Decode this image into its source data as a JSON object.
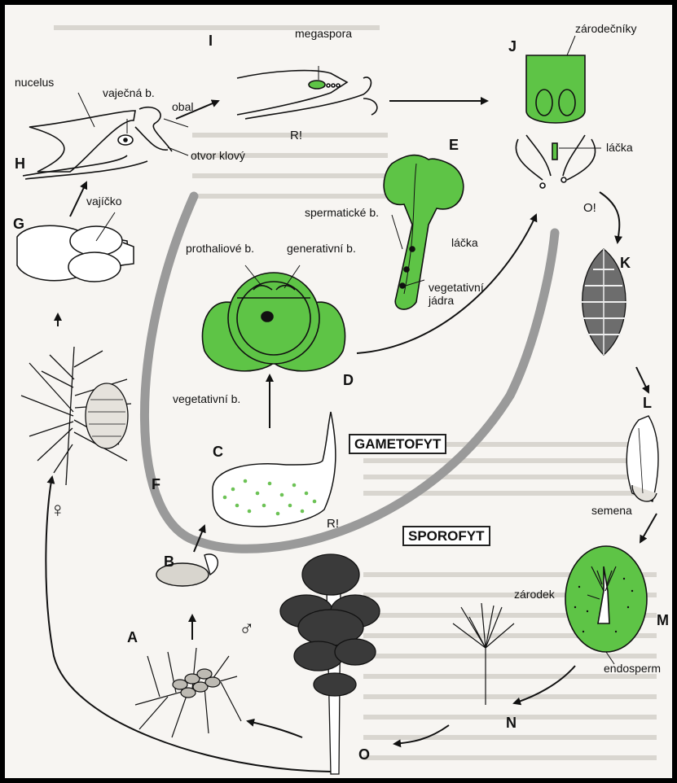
{
  "colors": {
    "accent_green": "#5ec446",
    "cycle_gray": "#9a9a9a",
    "text": "#111111",
    "background": "#f7f5f2"
  },
  "letters": {
    "A": "A",
    "B": "B",
    "C": "C",
    "D": "D",
    "E": "E",
    "F": "F",
    "G": "G",
    "H": "H",
    "I": "I",
    "J": "J",
    "K": "K",
    "L": "L",
    "M": "M",
    "N": "N",
    "O": "O"
  },
  "labels": {
    "nucelus": "nucelus",
    "vajecna": "vaječná b.",
    "obal": "obal",
    "otvor": "otvor klový",
    "megaspora": "megaspora",
    "zarodecniky": "zárodečníky",
    "lacka_j": "láčka",
    "vajicko": "vajíčko",
    "prothaliove": "prothaliové b.",
    "generativni": "generativní b.",
    "spermaticke": "spermatické b.",
    "lacka_e": "láčka",
    "vegetativni_jadra_1": "vegetativní",
    "vegetativni_jadra_2": "jádra",
    "vegetativni_b": "vegetativní b.",
    "semena": "semena",
    "zarodek": "zárodek",
    "endosperm": "endosperm",
    "r_i": "R!",
    "r_c": "R!",
    "o_j": "O!"
  },
  "phases": {
    "gametofyt": "GAMETOFYT",
    "sporofyt": "SPOROFYT"
  },
  "symbols": {
    "female": "♀",
    "male": "♂"
  },
  "icons": [
    "female-symbol",
    "male-symbol",
    "pine-tree",
    "pine-cone",
    "pollen-grain",
    "pollen-tube",
    "seed",
    "ovule"
  ]
}
